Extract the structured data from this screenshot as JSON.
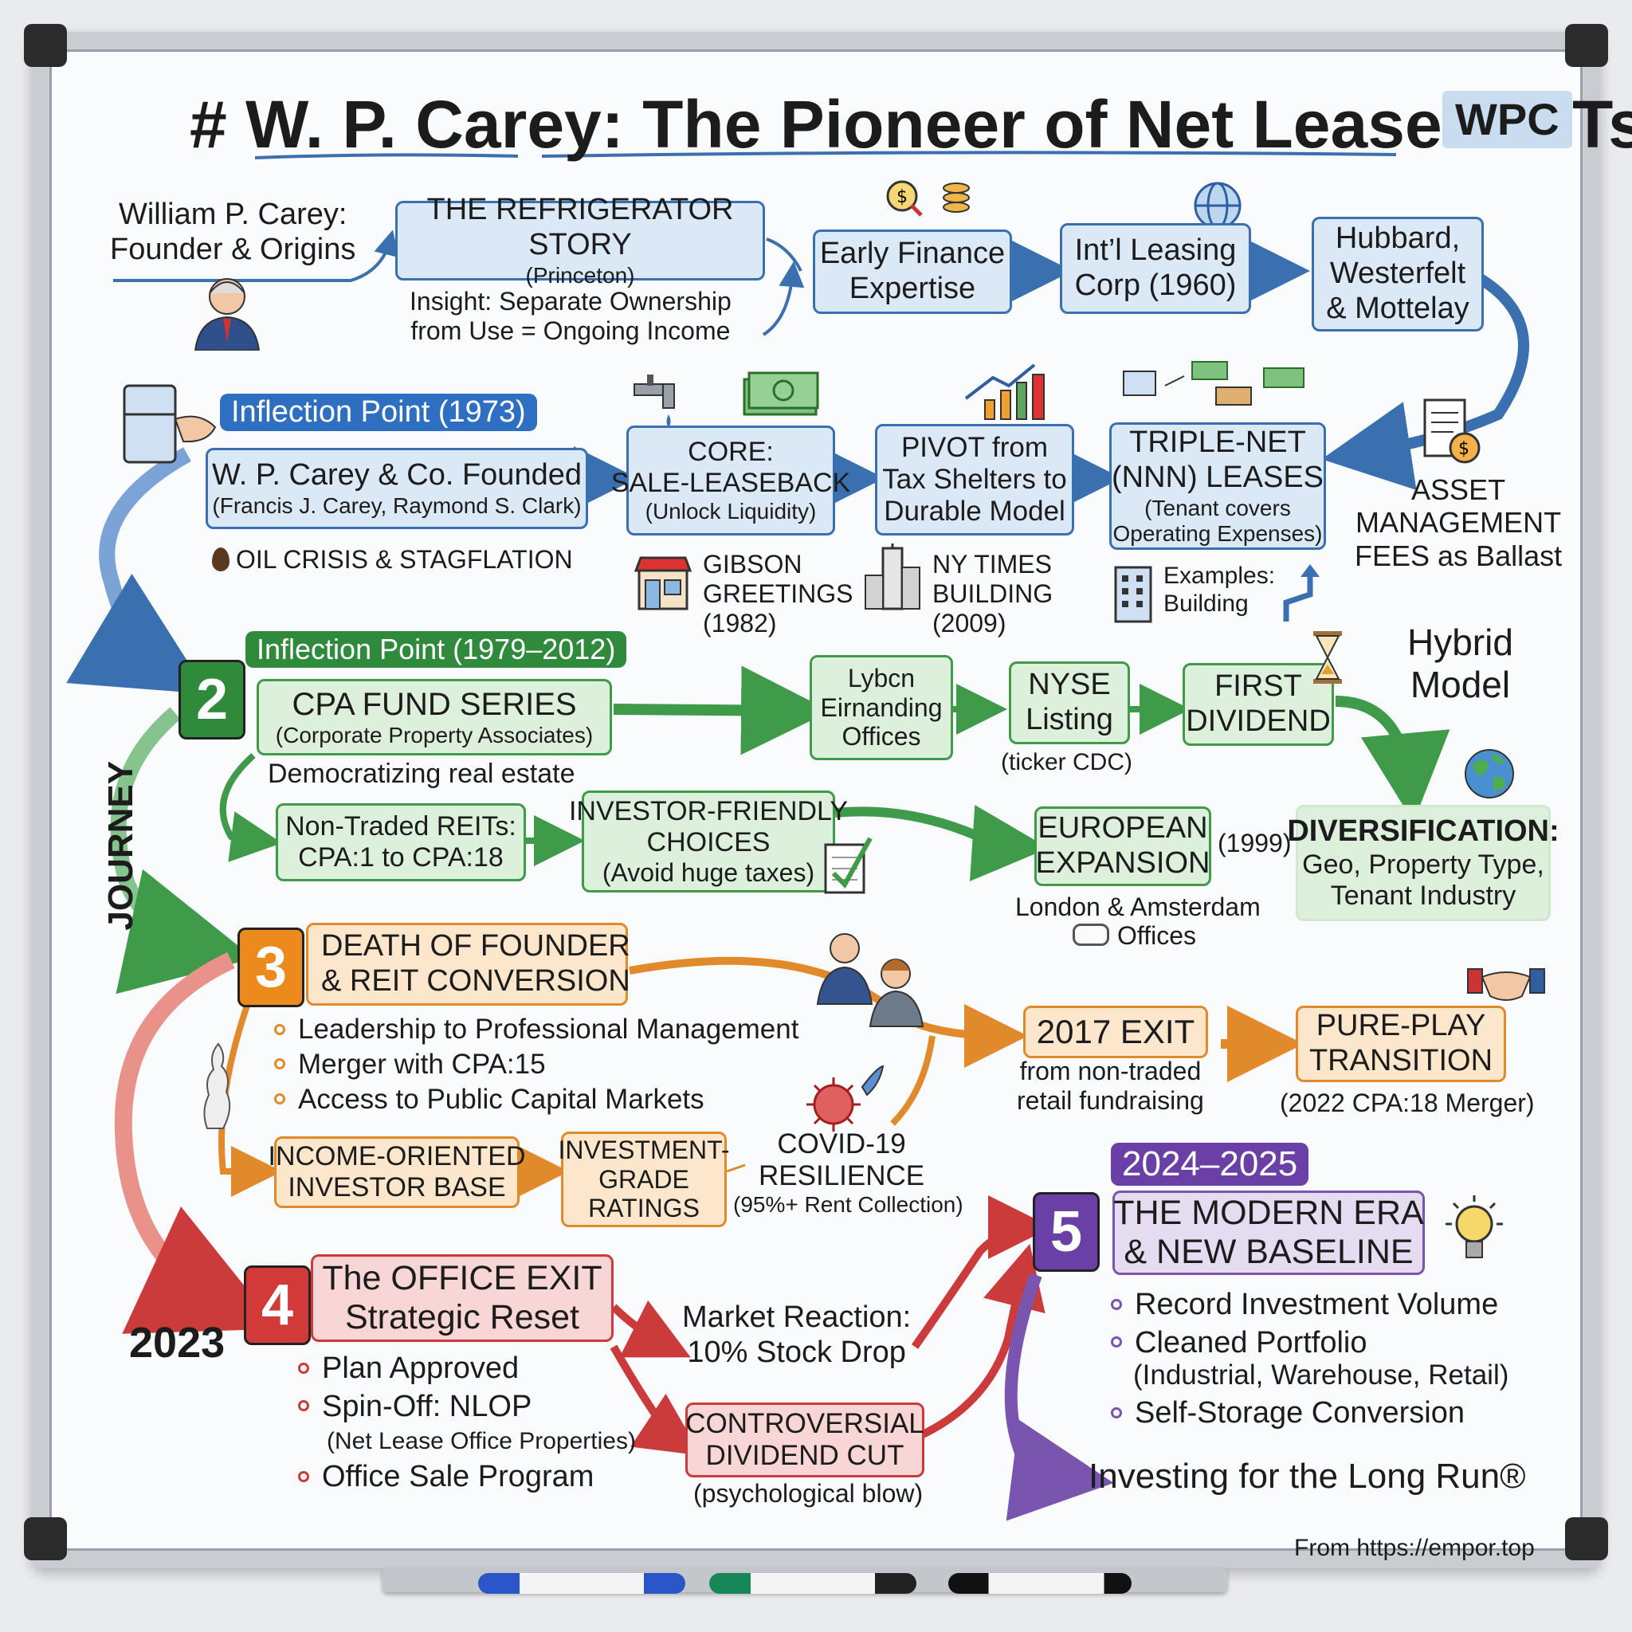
{
  "title": "# W. P. Carey: The Pioneer of Net Lease REITs",
  "ticker": "WPC",
  "side_label": "JOURNEY",
  "colors": {
    "blue": "#3a6fb0",
    "green": "#3f9a4a",
    "orange": "#e08a2c",
    "red": "#cc3b3b",
    "purple": "#7a55b0"
  },
  "origins": {
    "founder": "William P. Carey:\nFounder & Origins",
    "refrigerator_title": "THE REFRIGERATOR STORY",
    "refrigerator_sub": "(Princeton)",
    "insight": "Insight: Separate Ownership\nfrom Use = Ongoing Income",
    "early_finance": "Early Finance\nExpertise",
    "intl_leasing": "Int’l Leasing\nCorp (1960)",
    "hubbard": "Hubbard,\nWesterfelt\n& Mottelay"
  },
  "stage1": {
    "badge": "Inflection Point (1973)",
    "founded_title": "W. P. Carey & Co. Founded",
    "founded_sub": "(Francis J. Carey, Raymond S. Clark)",
    "oil": "OIL CRISIS & STAGFLATION",
    "core_title": "CORE:\nSALE-LEASEBACK",
    "core_sub": "(Unlock Liquidity)",
    "pivot": "PIVOT from\nTax Shelters to\nDurable Model",
    "nnn_title": "TRIPLE-NET\n(NNN) LEASES",
    "nnn_sub": "(Tenant covers\nOperating Expenses)",
    "asset_mgmt": "ASSET\nMANAGEMENT\nFEES as Ballast",
    "gibson": "GIBSON\nGREETINGS\n(1982)",
    "nytimes": "NY TIMES\nBUILDING\n(2009)",
    "examples": "Examples:\nBuilding"
  },
  "stage2": {
    "number": "2",
    "badge": "Inflection Point (1979–2012)",
    "cpa_title": "CPA FUND SERIES",
    "cpa_sub": "(Corporate Property Associates)",
    "democratizing": "Democratizing real estate",
    "lybcn": "Lybcn\nEirnanding\nOffices",
    "nyse": "NYSE\nListing",
    "ticker_cdc": "(ticker CDC)",
    "first_dividend": "FIRST\nDIVIDEND",
    "hybrid": "Hybrid\nModel",
    "nontraded": "Non-Traded REITs:\nCPA:1 to CPA:18",
    "investor_friendly_title": "INVESTOR-FRIENDLY\nCHOICES",
    "investor_friendly_sub": "(Avoid huge taxes)",
    "european": "EUROPEAN\nEXPANSION",
    "european_year": "(1999)",
    "london": "London & Amsterdam",
    "offices": "Offices",
    "diversification_title": "DIVERSIFICATION:",
    "diversification_sub": "Geo, Property Type,\nTenant Industry"
  },
  "stage3": {
    "number": "3",
    "title": "DEATH OF FOUNDER\n& REIT CONVERSION",
    "bullets": [
      "Leadership to Professional Management",
      "Merger with CPA:15",
      "Access to Public Capital Markets"
    ],
    "income": "INCOME-ORIENTED\nINVESTOR BASE",
    "grade": "INVESTMENT-\nGRADE\nRATINGS",
    "covid_title": "COVID-19\nRESILIENCE",
    "covid_sub": "(95%+ Rent Collection)",
    "exit_2017": "2017 EXIT",
    "exit_sub": "from non-traded\nretail fundraising",
    "pure_play": "PURE-PLAY\nTRANSITION",
    "pure_sub": "(2022 CPA:18 Merger)"
  },
  "stage4": {
    "number": "4",
    "year": "2023",
    "title": "The OFFICE EXIT\nStrategic Reset",
    "bullets": [
      "Plan Approved",
      "Spin-Off: NLOP",
      "Office Sale Program"
    ],
    "nlop_sub": "(Net Lease Office Properties)",
    "market": "Market Reaction:\n10% Stock Drop",
    "cut_title": "CONTROVERSIAL\nDIVIDEND CUT",
    "cut_sub": "(psychological blow)"
  },
  "stage5": {
    "number": "5",
    "badge": "2024–2025",
    "title": "THE MODERN ERA\n& NEW BASELINE",
    "bullets": [
      "Record Investment Volume",
      "Cleaned Portfolio",
      "Self-Storage Conversion"
    ],
    "portfolio_sub": "(Industrial, Warehouse, Retail)",
    "tagline": "Investing for the Long Run®"
  },
  "footer": "From https://empor.top"
}
